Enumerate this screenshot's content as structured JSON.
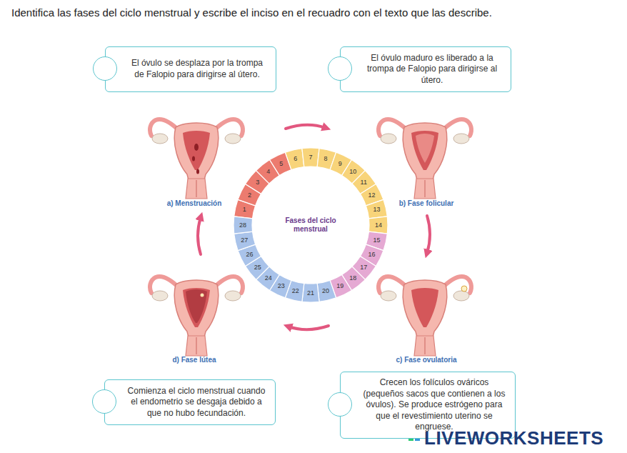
{
  "diagram": {
    "title": "Identifica las fases del ciclo menstrual y escribe el inciso en el recuadro con el texto que las describe.",
    "nodes": [
      {
        "text": [
          "El óvulo se desplaza por la trompa de Falopio para dirigirse al útero."
        ]
      },
      {
        "text": [
          "El óvulo maduro es liberado a la trompa de Falopio para dirigirse al útero."
        ]
      },
      {
        "text": [
          "Fases del ciclo menstrual"
        ]
      },
      {
        "text": [
          "Comienza el ciclo menstrual cuando el endometrio se desgaja debido a que no hubo fecundación."
        ]
      },
      {
        "text": [
          "Crecen los folículos ováricos (pequeños sacos que contienen a los óvulos). Se produce estrógeno para que el revestimiento uterino se engruese."
        ]
      }
    ],
    "labels": [
      "1",
      "2",
      "3",
      "4",
      "5",
      "6",
      "7",
      "8",
      "9",
      "10",
      "11",
      "12",
      "13",
      "14",
      "15",
      "16",
      "17",
      "18",
      "19",
      "20",
      "21",
      "22",
      "23",
      "24",
      "25",
      "26",
      "27",
      "28",
      "a) Menstruación",
      "b) Fase folicular",
      "d) Fase lútea",
      "c) Fase ovulatoria",
      "LIVEWORKSHEETS"
    ]
  }
}
